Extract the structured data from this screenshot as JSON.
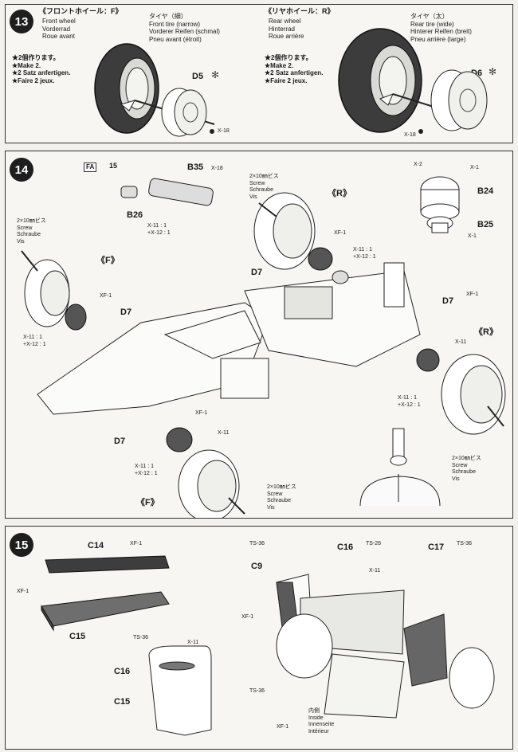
{
  "step13": {
    "number": "13",
    "front": {
      "header": "《フロントホイール：F》",
      "en": "Front wheel",
      "de": "Vorderrad",
      "fr": "Roue avant",
      "make_jp": "★2個作ります。",
      "make_en": "★Make 2.",
      "make_de": "★2 Satz anfertigen.",
      "make_fr": "★Faire 2 jeux.",
      "tire_jp": "タイヤ（細）",
      "tire_en": "Front tire (narrow)",
      "tire_de": "Vorderer Reifen (schmal)",
      "tire_fr": "Pneu avant (étroit)",
      "part": "D5",
      "screw": "X-18"
    },
    "rear": {
      "header": "《リヤホイール：R》",
      "en": "Rear wheel",
      "de": "Hinterrad",
      "fr": "Roue arrière",
      "make_jp": "★2個作ります。",
      "make_en": "★Make 2.",
      "make_de": "★2 Satz anfertigen.",
      "make_fr": "★Faire 2 jeux.",
      "tire_jp": "タイヤ（太）",
      "tire_en": "Rear tire (wide)",
      "tire_de": "Hinterer Reifen (breit)",
      "tire_fr": "Pneu arrière (large)",
      "part": "D6",
      "screw": "X-18"
    }
  },
  "step14": {
    "number": "14",
    "fa_badge": "FA",
    "ref15": "15",
    "b35": "B35",
    "b35_x": "X-18",
    "b26": "B26",
    "b26_x11": "X-11 : 1",
    "b26_x12": "+X-12 : 1",
    "b24": "B24",
    "b24_x2": "X-2",
    "b24_x1": "X-1",
    "b25": "B25",
    "b25_x1": "X-1",
    "screw_jp": "2×10㎜ビス",
    "screw_en": "Screw",
    "screw_de": "Schraube",
    "screw_fr": "Vis",
    "rtop_label": "《R》",
    "rtop_xf": "XF-1",
    "rtop_x11": "X-11 : 1",
    "rtop_x12": "+X-12 : 1",
    "rtop_d7": "D7",
    "fl_label": "《F》",
    "fl_xf": "XF-1",
    "fl_d7": "D7",
    "fl_x11": "X-11 : 1",
    "fl_x12": "+X-12 : 1",
    "rr_d7": "D7",
    "rr_xf": "XF-1",
    "rr_label": "《R》",
    "rr_x11": "X-11",
    "rr_x11b": "X-11 : 1",
    "rr_x12": "+X-12 : 1",
    "fb_xf": "XF-1",
    "fb_x11": "X-11",
    "fb_d7": "D7",
    "fb_x11b": "X-11 : 1",
    "fb_x12": "+X-12 : 1",
    "fb_label": "《F》"
  },
  "step15": {
    "number": "15",
    "c14": "C14",
    "c14_xf": "XF-1",
    "c15a_xf": "XF-1",
    "c15a": "C15",
    "ts36a": "TS-36",
    "x11a": "X-11",
    "c16a": "C16",
    "c15b": "C15",
    "ts36b": "TS-36",
    "c9": "C9",
    "xf1c": "XF-1",
    "c16b": "C16",
    "ts26": "TS-26",
    "x11b": "X-11",
    "c17": "C17",
    "ts36c": "TS-36",
    "ts36d": "TS-36",
    "inside_jp": "内側",
    "inside_en": "Inside",
    "inside_de": "Innenseite",
    "inside_fr": "Intérieur",
    "xf1d": "XF-1"
  },
  "colors": {
    "ink": "#1a1a1a",
    "paper": "#f7f6f3",
    "tire": "#3c3c3c",
    "part_gray": "#6e6e6e"
  }
}
